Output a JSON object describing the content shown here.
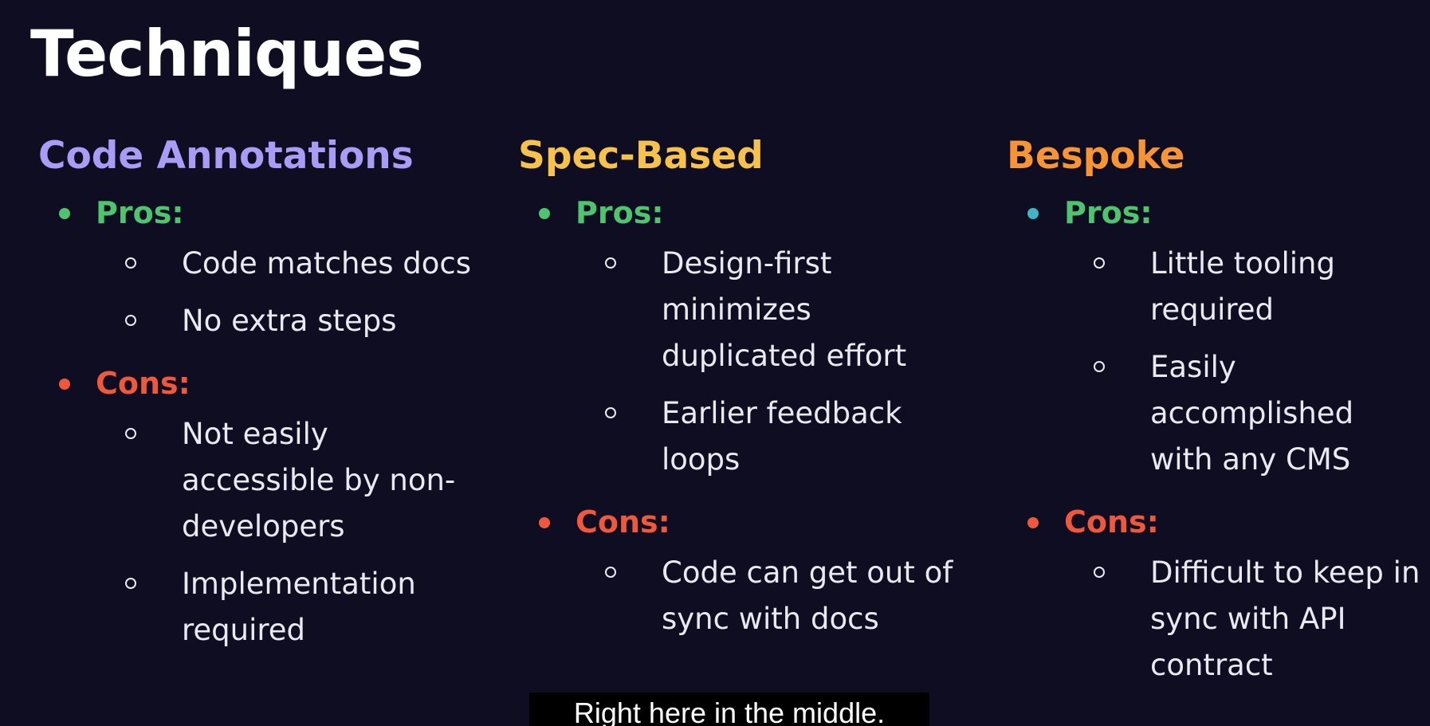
{
  "slide": {
    "title": "Techniques"
  },
  "columns": [
    {
      "heading": "Code Annotations",
      "heading_color": "#a99cf6",
      "pros": {
        "label": "Pros:",
        "label_color": "#4fc46f",
        "bullet_color": "#4fc46f",
        "items": [
          "Code matches docs",
          "No extra steps"
        ]
      },
      "cons": {
        "label": "Cons:",
        "label_color": "#f0583c",
        "bullet_color": "#f0583c",
        "items": [
          "Not easily accessible by non-developers",
          "Implementation required"
        ]
      }
    },
    {
      "heading": "Spec-Based",
      "heading_color": "#f7c24a",
      "pros": {
        "label": "Pros:",
        "label_color": "#4fc46f",
        "bullet_color": "#4fc46f",
        "items": [
          "Design-first minimizes duplicated effort",
          "Earlier feedback loops"
        ]
      },
      "cons": {
        "label": "Cons:",
        "label_color": "#f0583c",
        "bullet_color": "#f0583c",
        "items": [
          "Code can get out of sync with docs"
        ]
      }
    },
    {
      "heading": "Bespoke",
      "heading_color": "#f99432",
      "pros": {
        "label": "Pros:",
        "label_color": "#4fc46f",
        "bullet_color": "#3fb6c4",
        "items": [
          "Little tooling required",
          "Easily accomplished with any CMS"
        ]
      },
      "cons": {
        "label": "Cons:",
        "label_color": "#f0583c",
        "bullet_color": "#f0583c",
        "items": [
          "Difficult to keep in sync with API contract"
        ]
      }
    }
  ],
  "caption": {
    "text": "Right here in the middle."
  }
}
